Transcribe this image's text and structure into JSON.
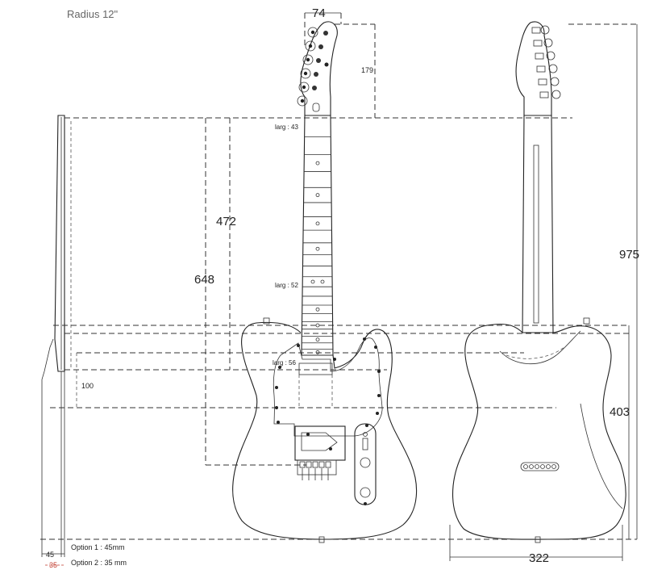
{
  "title": "Radius 12\"",
  "dimensions": {
    "headstock_width": "74",
    "headstock_length": "179",
    "neck_to_body": "472",
    "scale_length": "648",
    "total_length": "975",
    "body_length": "403",
    "body_width": "322",
    "neck_pocket": "100",
    "thickness_45": "45",
    "thickness_35": "35"
  },
  "neck_widths": {
    "nut": "larg : 43",
    "fret12": "larg : 52",
    "heel": "larg : 56"
  },
  "options": {
    "option1": "Option 1 : 45mm",
    "option2": "Option 2 : 35 mm"
  },
  "colors": {
    "line": "#222222",
    "accent_red": "#c0392b"
  }
}
